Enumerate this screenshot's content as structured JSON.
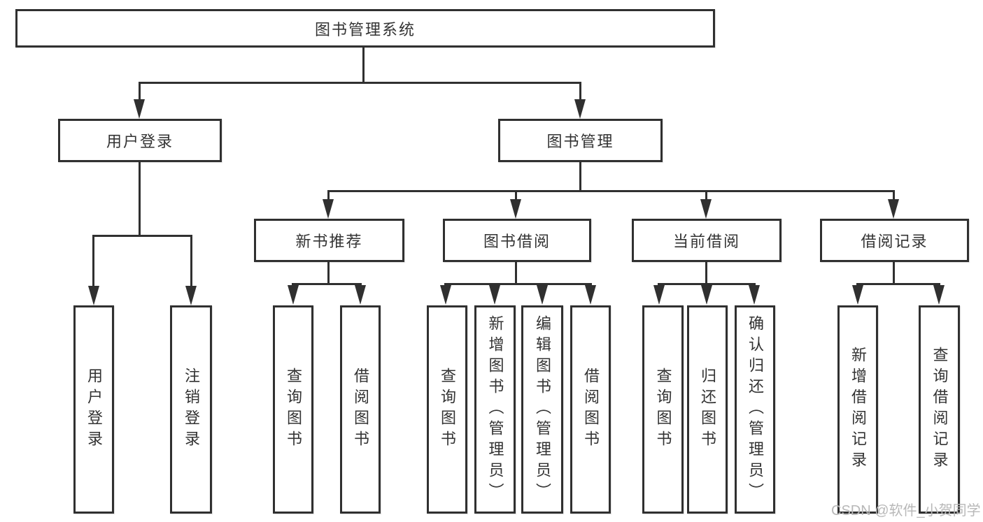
{
  "diagram_title": "图书管理系统",
  "watermark": {
    "text": "CSDN @软件_小贺同学",
    "color": "#b8b8b8"
  },
  "colors": {
    "line": "#303030",
    "box_border": "#303030",
    "text": "#333333",
    "watermark": "#b8b8b8",
    "background": "#ffffff"
  },
  "nodes": {
    "root": {
      "label": "图书管理系统"
    },
    "level2": {
      "user_login": {
        "label": "用户登录"
      },
      "book_mgmt": {
        "label": "图书管理"
      }
    },
    "level3": {
      "new_book_rec": {
        "label": "新书推荐"
      },
      "book_borrow": {
        "label": "图书借阅"
      },
      "current_borrow": {
        "label": "当前借阅"
      },
      "borrow_records": {
        "label": "借阅记录"
      }
    },
    "leaves": {
      "ul_login": {
        "label": "用户登录"
      },
      "ul_logout": {
        "label": "注销登录"
      },
      "nbr_query": {
        "label": "查询图书"
      },
      "nbr_borrow": {
        "label": "借阅图书"
      },
      "bb_query": {
        "label": "查询图书"
      },
      "bb_add": {
        "label": "新增图书（管理员）"
      },
      "bb_edit": {
        "label": "编辑图书（管理员）"
      },
      "bb_borrow": {
        "label": "借阅图书"
      },
      "cb_query": {
        "label": "查询图书"
      },
      "cb_return": {
        "label": "归还图书"
      },
      "cb_confirm": {
        "label": "确认归还（管理员）"
      },
      "br_add": {
        "label": "新增借阅记录"
      },
      "br_query": {
        "label": "查询借阅记录"
      }
    }
  },
  "tree": {
    "label": "图书管理系统",
    "children": [
      {
        "label": "用户登录",
        "children": [
          {
            "label": "用户登录"
          },
          {
            "label": "注销登录"
          }
        ]
      },
      {
        "label": "图书管理",
        "children": [
          {
            "label": "新书推荐",
            "children": [
              {
                "label": "查询图书"
              },
              {
                "label": "借阅图书"
              }
            ]
          },
          {
            "label": "图书借阅",
            "children": [
              {
                "label": "查询图书"
              },
              {
                "label": "新增图书（管理员）"
              },
              {
                "label": "编辑图书（管理员）"
              },
              {
                "label": "借阅图书"
              }
            ]
          },
          {
            "label": "当前借阅",
            "children": [
              {
                "label": "查询图书"
              },
              {
                "label": "归还图书"
              },
              {
                "label": "确认归还（管理员）"
              }
            ]
          },
          {
            "label": "借阅记录",
            "children": [
              {
                "label": "新增借阅记录"
              },
              {
                "label": "查询借阅记录"
              }
            ]
          }
        ]
      }
    ]
  }
}
